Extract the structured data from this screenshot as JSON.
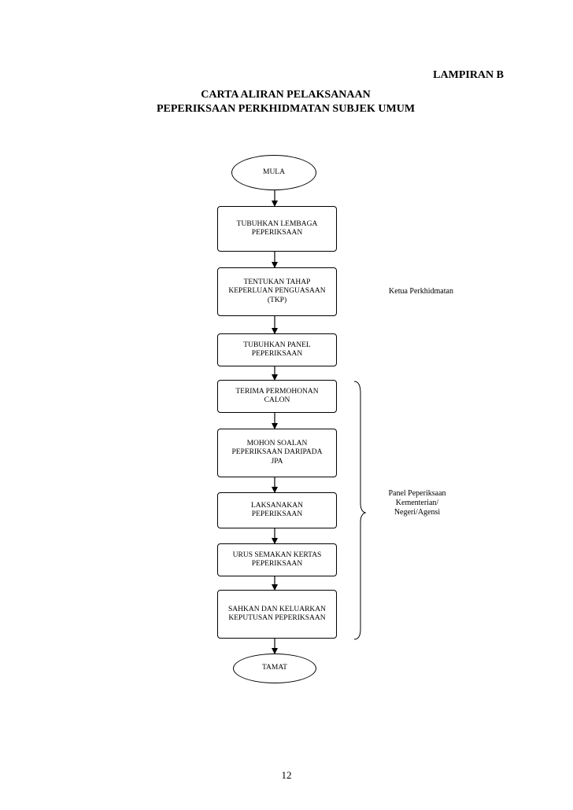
{
  "header": {
    "appendix": "LAMPIRAN B",
    "title_line1": "CARTA ALIRAN PELAKSANAAN",
    "title_line2": "PEPERIKSAAN PERKHIDMATAN SUBJEK UMUM"
  },
  "flowchart": {
    "start": "MULA",
    "steps": [
      "TUBUHKAN LEMBAGA\nPEPERIKSAAN",
      "TENTUKAN TAHAP\nKEPERLUAN PENGUASAAN\n(TKP)",
      "TUBUHKAN PANEL\nPEPERIKSAAN",
      "TERIMA PERMOHONAN\nCALON",
      "MOHON SOALAN\nPEPERIKSAAN DARIPADA\nJPA",
      "LAKSANAKAN\nPEPERIKSAAN",
      "URUS SEMAKAN KERTAS\nPEPERIKSAAN",
      "SAHKAN DAN KELUARKAN\nKEPUTUSAN PEPERIKSAAN"
    ],
    "end": "TAMAT"
  },
  "annotations": {
    "responsible_upper": "Ketua Perkhidmatan",
    "responsible_lower": "Panel Peperiksaan\nKementerian/\nNegeri/Agensi"
  },
  "footer": {
    "page_number": "12"
  }
}
